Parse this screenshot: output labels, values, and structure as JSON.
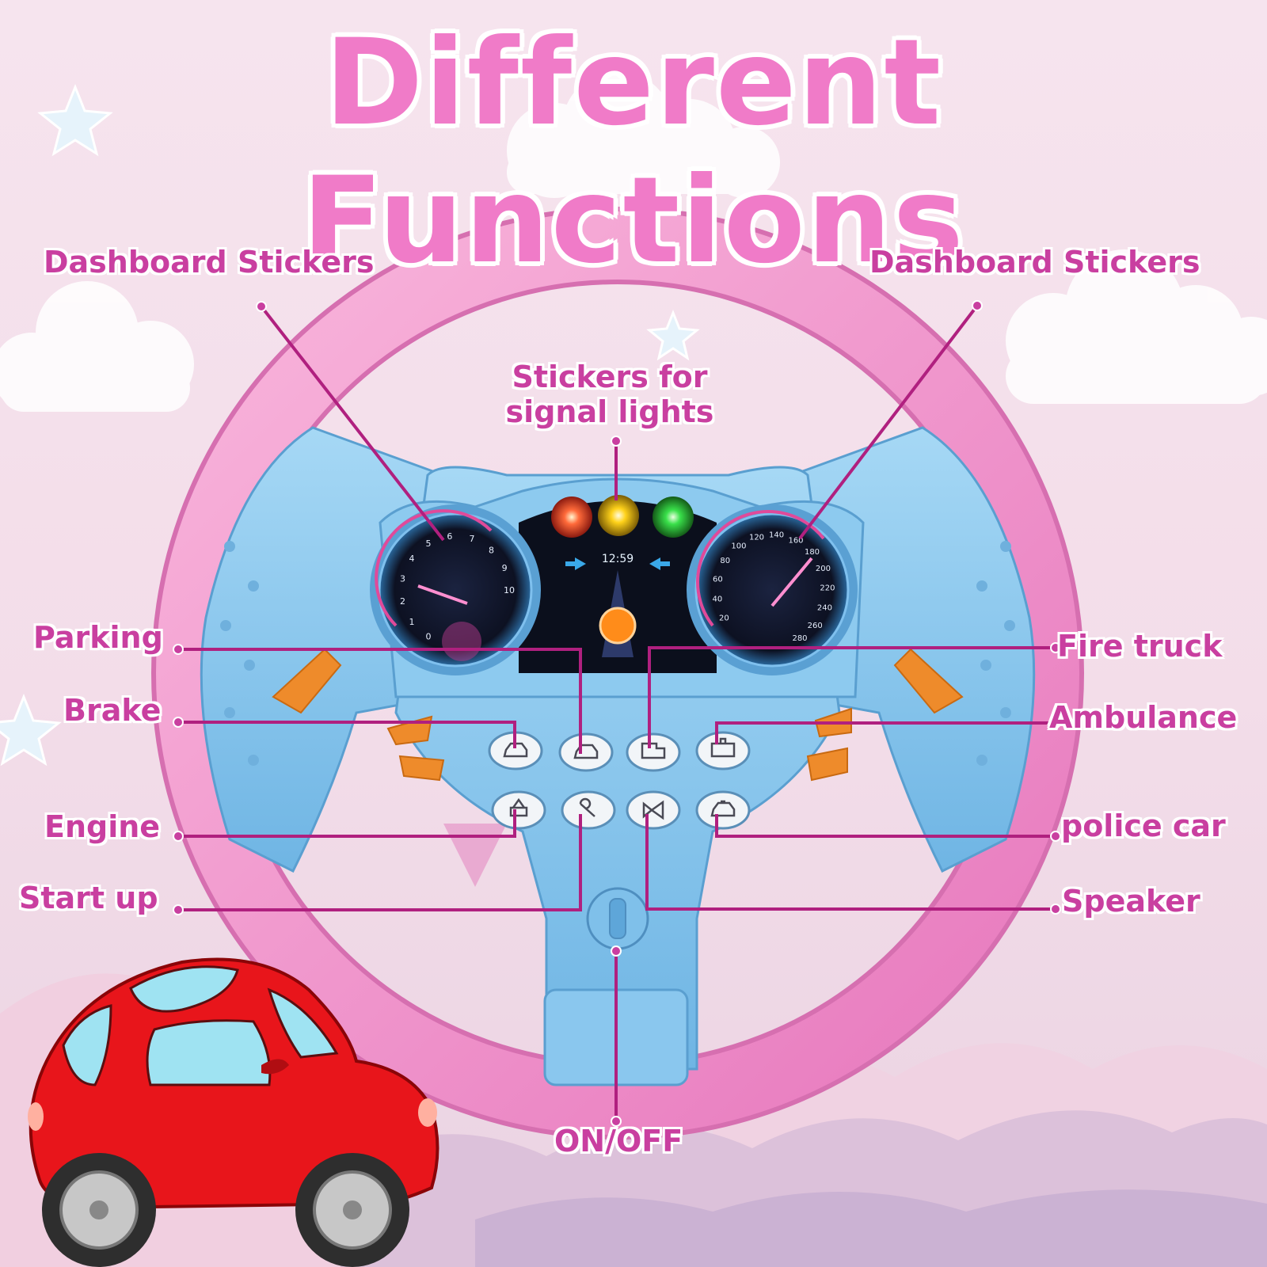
{
  "title": "Different Functions",
  "labels": {
    "dashboard_left": "Dashboard Stickers",
    "dashboard_right": "Dashboard Stickers",
    "signal_lights_line1": "Stickers for",
    "signal_lights_line2": "signal lights",
    "parking": "Parking",
    "brake": "Brake",
    "engine": "Engine",
    "start_up": "Start up",
    "fire_truck": "Fire truck",
    "ambulance": "Ambulance",
    "police_car": "police car",
    "speaker": "Speaker",
    "on_off": "ON/OFF"
  },
  "dashboard": {
    "clock": "12:59",
    "tachometer_ticks": [
      "0",
      "1",
      "2",
      "3",
      "4",
      "5",
      "6",
      "7",
      "8",
      "9",
      "10"
    ],
    "speedometer_ticks": [
      "20",
      "40",
      "60",
      "80",
      "100",
      "120",
      "140",
      "160",
      "180",
      "200",
      "220",
      "240",
      "260",
      "280"
    ]
  },
  "colors": {
    "title": "#f07bc8",
    "label": "#c93fa0",
    "leader_line": "#b0207f",
    "wheel_rim": "#f49ad0",
    "wheel_body": "#8cc8ee",
    "car_body": "#e8151b",
    "signal_red": "#ff3b2a",
    "signal_yellow": "#ffd21a",
    "signal_green": "#39e04a"
  }
}
